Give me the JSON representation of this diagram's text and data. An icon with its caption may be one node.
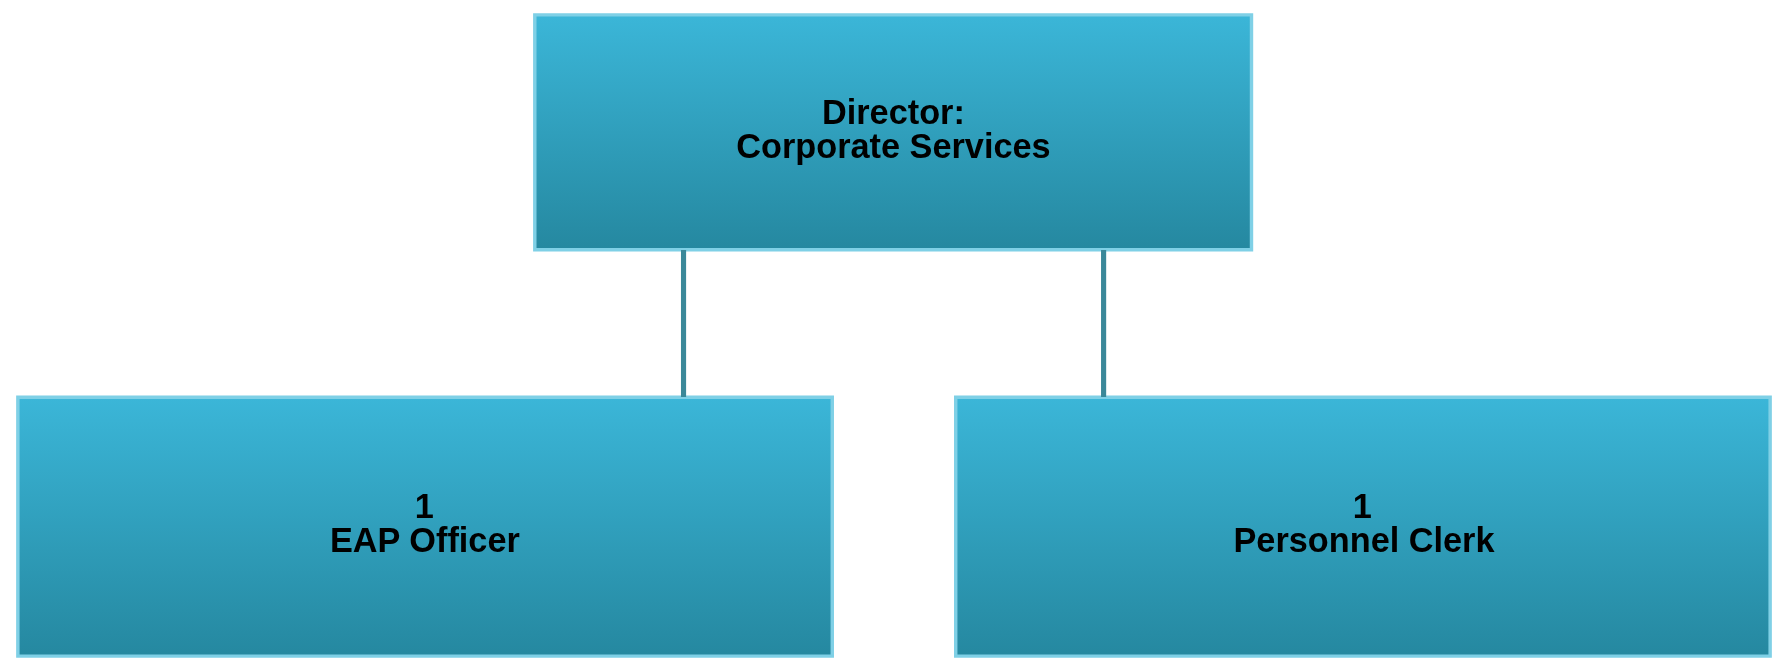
{
  "diagram": {
    "nodes": [
      {
        "text": [
          "Director:",
          "Corporate Services"
        ]
      },
      {
        "text": [
          "1",
          "EAP Officer"
        ]
      },
      {
        "text": [
          "1",
          "Personnel Clerk"
        ]
      }
    ],
    "edges": [
      {
        "from": 0,
        "to": 1,
        "arrow": "none"
      },
      {
        "from": 0,
        "to": 2,
        "arrow": "none"
      }
    ]
  }
}
